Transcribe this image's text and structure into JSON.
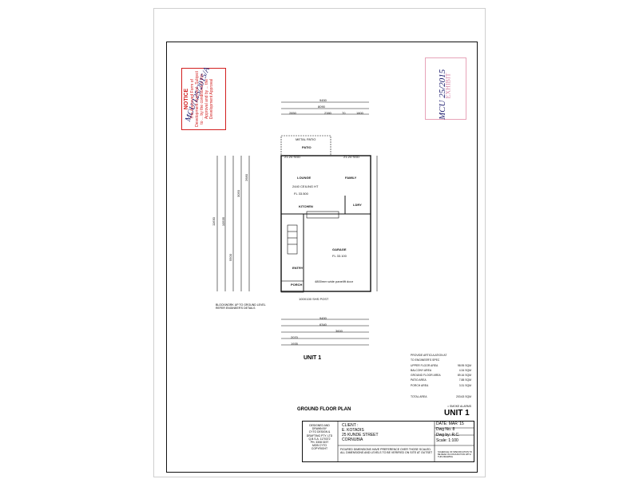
{
  "drawing": {
    "unit_label": "UNIT 1",
    "plan_title": "GROUND FLOOR PLAN",
    "unit_big": "UNIT 1",
    "block_note": [
      "BLOCKWORK UP TO GROUND LEVEL",
      "REFER ENGINEER'S DETAILS"
    ],
    "dim_top": [
      "9450",
      "8090",
      "2850",
      "2380",
      "70",
      "1800"
    ],
    "dim_left": [
      "11630",
      "10535",
      "5500",
      "3050",
      "2680"
    ],
    "dim_bottom": [
      "9450",
      "6340",
      "3600",
      "2070",
      "1935"
    ]
  },
  "rooms": {
    "patio_note": "METAL PATIO",
    "patio": "PATIO",
    "lounge": "LOUNGE",
    "family": "FAMILY",
    "ceiling": "2440 CEILING HT",
    "level1": "FL 33.500",
    "kitchen": "KITCHEN",
    "ldry": "LDRY",
    "garage": "GARAGE",
    "garage_level": "FL 33.100",
    "entry": "ENTRY",
    "porch": "PORCH",
    "garage_door": "4800mm wide panelift door",
    "post": "100X100 SHS POST",
    "window1": "21-24 SGD",
    "window2": "21-24 SGD"
  },
  "stamps": {
    "notice_title": "NOTICE",
    "notice_body": "The Approved Form of Development Approval. Subject to ... by the conditions of this Approval and by ... the Development Approval",
    "pink_stamp": "EXHIBIT",
    "handwritten": "MCU 25/2015",
    "handwritten2": "MCU/125/2015/A"
  },
  "areas": {
    "header": [
      "PROVIDE ARTICULATION AT",
      "TO ENGINEER'S SPEC"
    ],
    "rows": [
      {
        "label": "UPPER FLOOR AREA",
        "value": "98.95",
        "unit": "SQM"
      },
      {
        "label": "BALCONY AREA",
        "value": "4.34",
        "unit": "SQM"
      },
      {
        "label": "GROUND FLOOR AREA",
        "value": "89.16",
        "unit": "SQM"
      },
      {
        "label": "PATIO AREA",
        "value": "7.88",
        "unit": "SQM"
      },
      {
        "label": "PORCH AREA",
        "value": "3.31",
        "unit": "SQM"
      }
    ],
    "total_label": "TOTAL AREA",
    "total_value": "203.63",
    "total_unit": "SQM",
    "smoke_note": "= SMOKE ALARMS"
  },
  "titleblock": {
    "designer": [
      "DESIGNED AND",
      "DRAWN BY",
      "CYTO DESIGN &",
      "DRAFTING PTY. LTD",
      "Q.B.S.A. 1170372",
      "PH. 3308 0197",
      "MOB CYTO",
      "COPYRIGHT"
    ],
    "client_label": "CLIENT :",
    "client_name": "E. KOTADIS",
    "client_addr1": "25 KUNDE STREET",
    "client_addr2": "CORNUBIA",
    "date": "DATE: MAR '15",
    "dwg_no": "Dwg No. 8",
    "dwg_by": "Dwg by: R.C.",
    "scale": "Scale: 1:100",
    "note": "FIGURED DIMENSIONS HAVE PREFERENCE OVER THOSE SCALED. ALL DIMENSIONS AND LEVELS TO BE VERIFIED ON SITE AT OUTSET",
    "footer_note": "SCHEDULE OF SPECIFICATION TO BE READ IN CONJUNCTION WITH THIS DRAWING"
  }
}
